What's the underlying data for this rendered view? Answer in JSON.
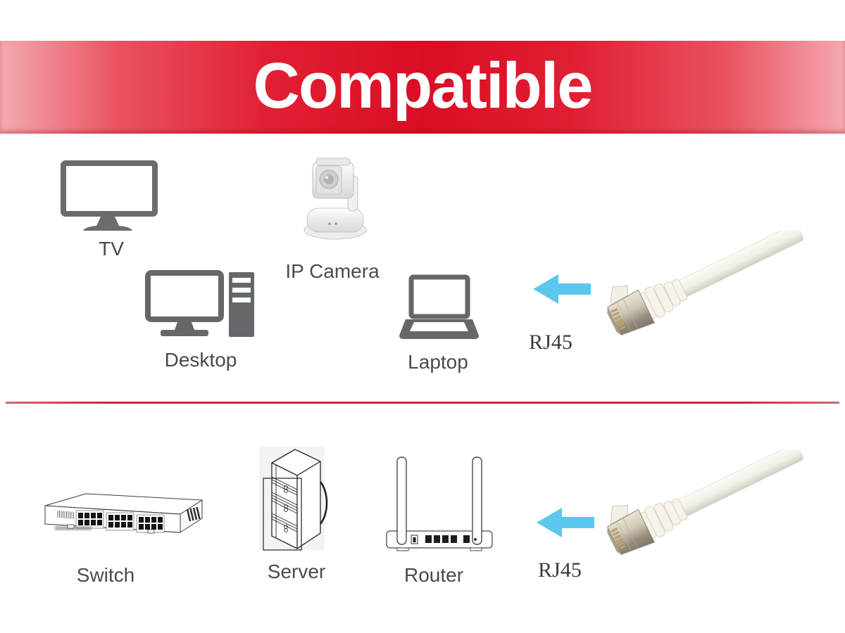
{
  "banner": {
    "title": "Compatible"
  },
  "sections": {
    "top": {
      "devices": [
        {
          "label": "TV"
        },
        {
          "label": "IP Camera"
        },
        {
          "label": "Desktop"
        },
        {
          "label": "Laptop"
        }
      ],
      "cable_label": "RJ45"
    },
    "bottom": {
      "devices": [
        {
          "label": "Switch"
        },
        {
          "label": "Server"
        },
        {
          "label": "Router"
        }
      ],
      "cable_label": "RJ45"
    }
  },
  "colors": {
    "banner_center_red": "#da0d24",
    "banner_edge_pink": "#f4a9b1",
    "divider_red": "#c42b32",
    "arrow_blue": "#5cc7ee",
    "icon_gray": "#64686b",
    "label_gray": "#4a4a4a",
    "cable_cream": "#f1efe7"
  }
}
